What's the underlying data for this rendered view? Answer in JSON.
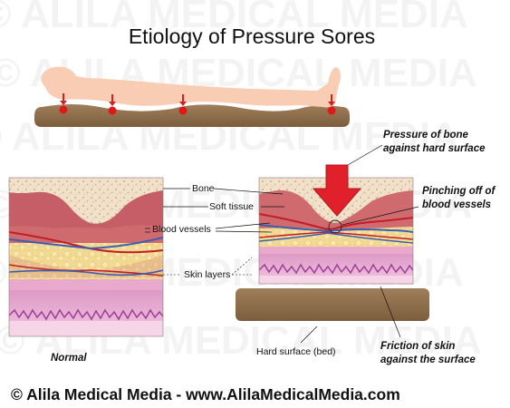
{
  "title": "Etiology of Pressure Sores",
  "labels": {
    "bone": "Bone",
    "soft_tissue": "Soft tissue",
    "blood_vessels": "Blood vessels",
    "skin_layers": "Skin layers",
    "normal": "Normal",
    "hard_surface": "Hard surface (bed)",
    "pressure_line1": "Pressure of bone",
    "pressure_line2": "against hard surface",
    "pinching_line1": "Pinching off of",
    "pinching_line2": "blood vessels",
    "friction_line1": "Friction of skin",
    "friction_line2": "against the surface"
  },
  "footer": "© Alila Medical Media - www.AlilaMedicalMedia.com",
  "watermark": "© ALILA MEDICAL MEDIA",
  "colors": {
    "bone": "#eedcc4",
    "soft_tissue": "#c85f63",
    "fat": "#f2d68a",
    "skin": "#f4c7d7",
    "dermis_line": "#a0469c",
    "bed": "#8c6d4b",
    "body": "#f9cdb4",
    "arrow": "#e0202a"
  }
}
